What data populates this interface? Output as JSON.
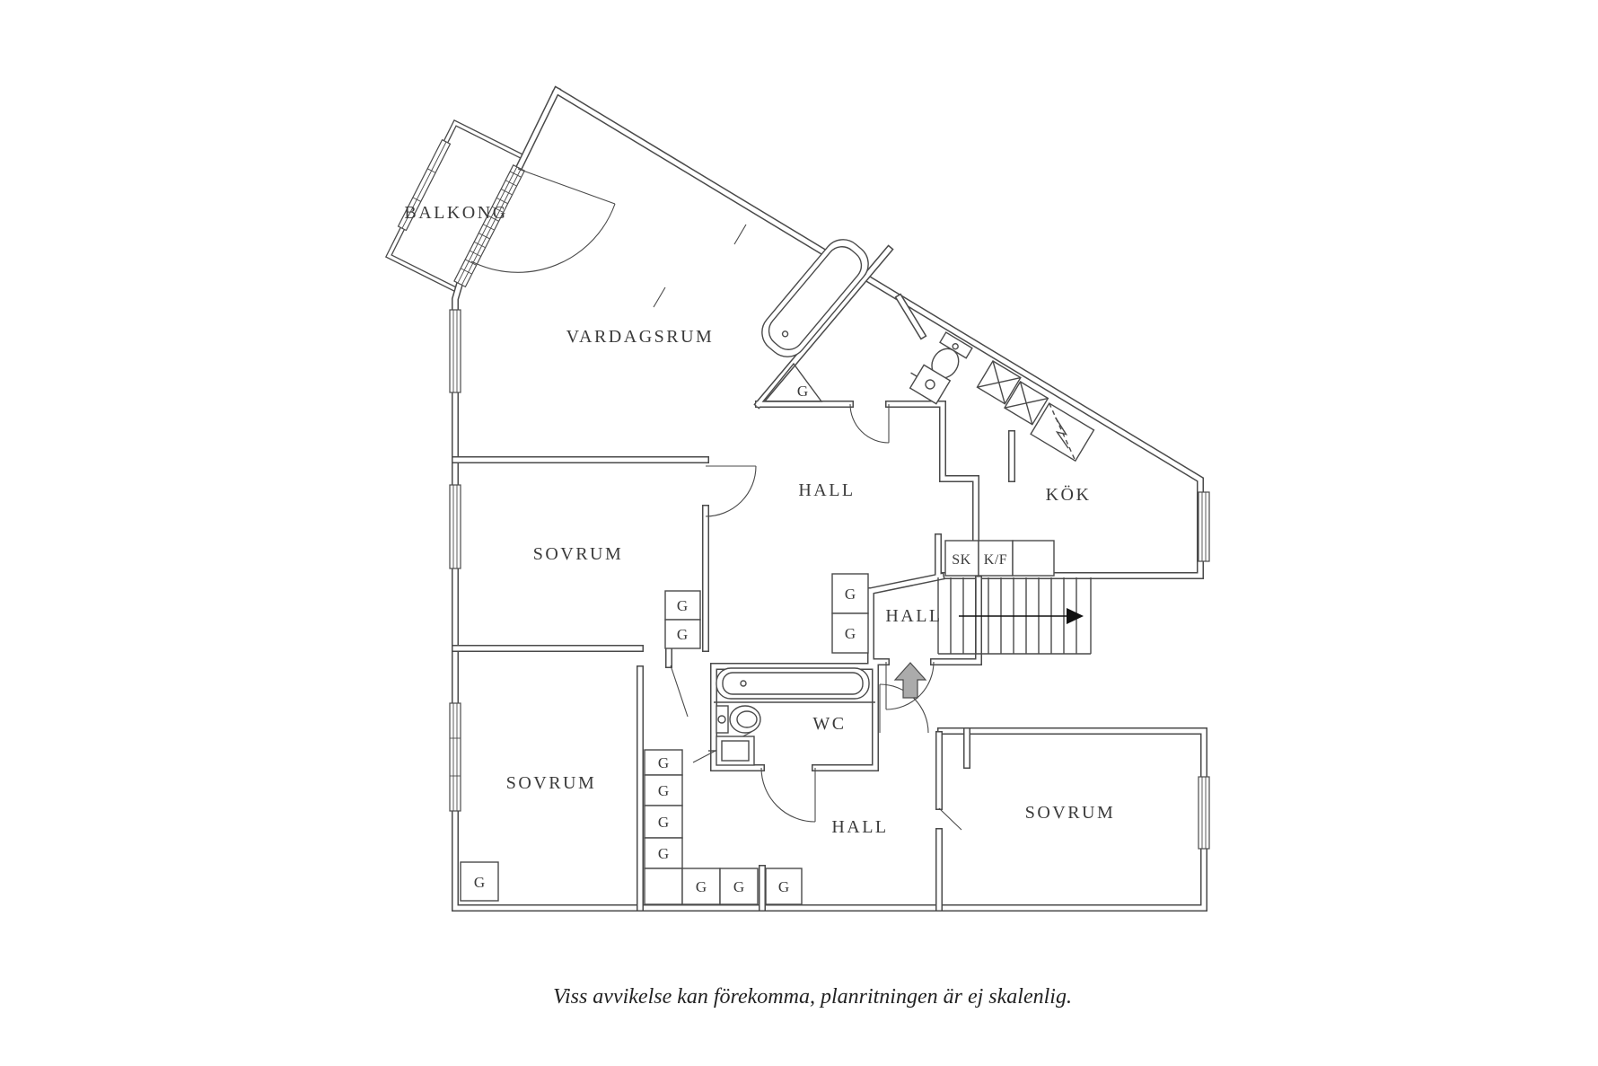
{
  "page": {
    "background": "#ffffff"
  },
  "palette": {
    "wall_line": "#4a4a4a",
    "label_text": "#3a3a3a",
    "entrance_arrow_fill": "#ababab",
    "stair_arrow_fill": "#111111"
  },
  "rooms": {
    "balcony": {
      "label": "BALKONG"
    },
    "living": {
      "label": "VARDAGSRUM"
    },
    "hall_upper": {
      "label": "HALL"
    },
    "kitchen": {
      "label": "KÖK"
    },
    "bedroom1": {
      "label": "SOVRUM"
    },
    "bedroom2": {
      "label": "SOVRUM"
    },
    "bedroom3": {
      "label": "SOVRUM"
    },
    "wc": {
      "label": "WC"
    },
    "hall_mid": {
      "label": "HALL"
    },
    "hall_lower": {
      "label": "HALL"
    }
  },
  "cabinets": {
    "cleaning_closet_label": "SK",
    "fridge_freezer_label": "K/F",
    "wardrobe_label": "G"
  },
  "caption": {
    "text": "Viss avvikelse kan förekomma, planritningen är ej skalenlig."
  }
}
